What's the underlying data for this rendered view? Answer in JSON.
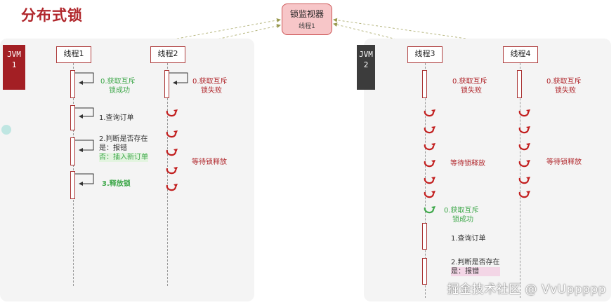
{
  "title": "分布式锁",
  "monitor": {
    "label": "锁监视器",
    "owner": "线程1"
  },
  "jvm1": {
    "line1": "JVM",
    "line2": "1",
    "color": "#a31f24"
  },
  "jvm2": {
    "line1": "JVM",
    "line2": "2",
    "color": "#3c3c3c"
  },
  "threads": {
    "t1": "线程1",
    "t2": "线程2",
    "t3": "线程3",
    "t4": "线程4"
  },
  "left": {
    "t1_acquire_1": "0.获取互斥",
    "t1_acquire_2": "锁成功",
    "t1_query": "1.查询订单",
    "t1_check_1": "2.判断是否存在",
    "t1_check_2": "是：报错",
    "t1_check_3": "否：插入新订单",
    "t1_release": "3.释放锁",
    "t2_acquire_1": "0.获取互斥",
    "t2_acquire_2": "锁失败",
    "t2_wait": "等待锁释放"
  },
  "right": {
    "t3_acquire_1": "0.获取互斥",
    "t3_acquire_2": "锁失败",
    "t3_wait": "等待锁释放",
    "t3_success_1": "0.获取互斥",
    "t3_success_2": "锁成功",
    "t3_query": "1.查询订单",
    "t3_check_1": "2.判断是否存在",
    "t3_check_2": "是：报错",
    "t4_acquire_1": "0.获取互斥",
    "t4_acquire_2": "锁失败",
    "t4_wait": "等待锁释放"
  },
  "watermark": "掘金技术社区 @ VvUppppp",
  "colors": {
    "accent_red": "#b0262b",
    "green": "#3fa84b",
    "monitor_fill": "#f7c6c8"
  }
}
